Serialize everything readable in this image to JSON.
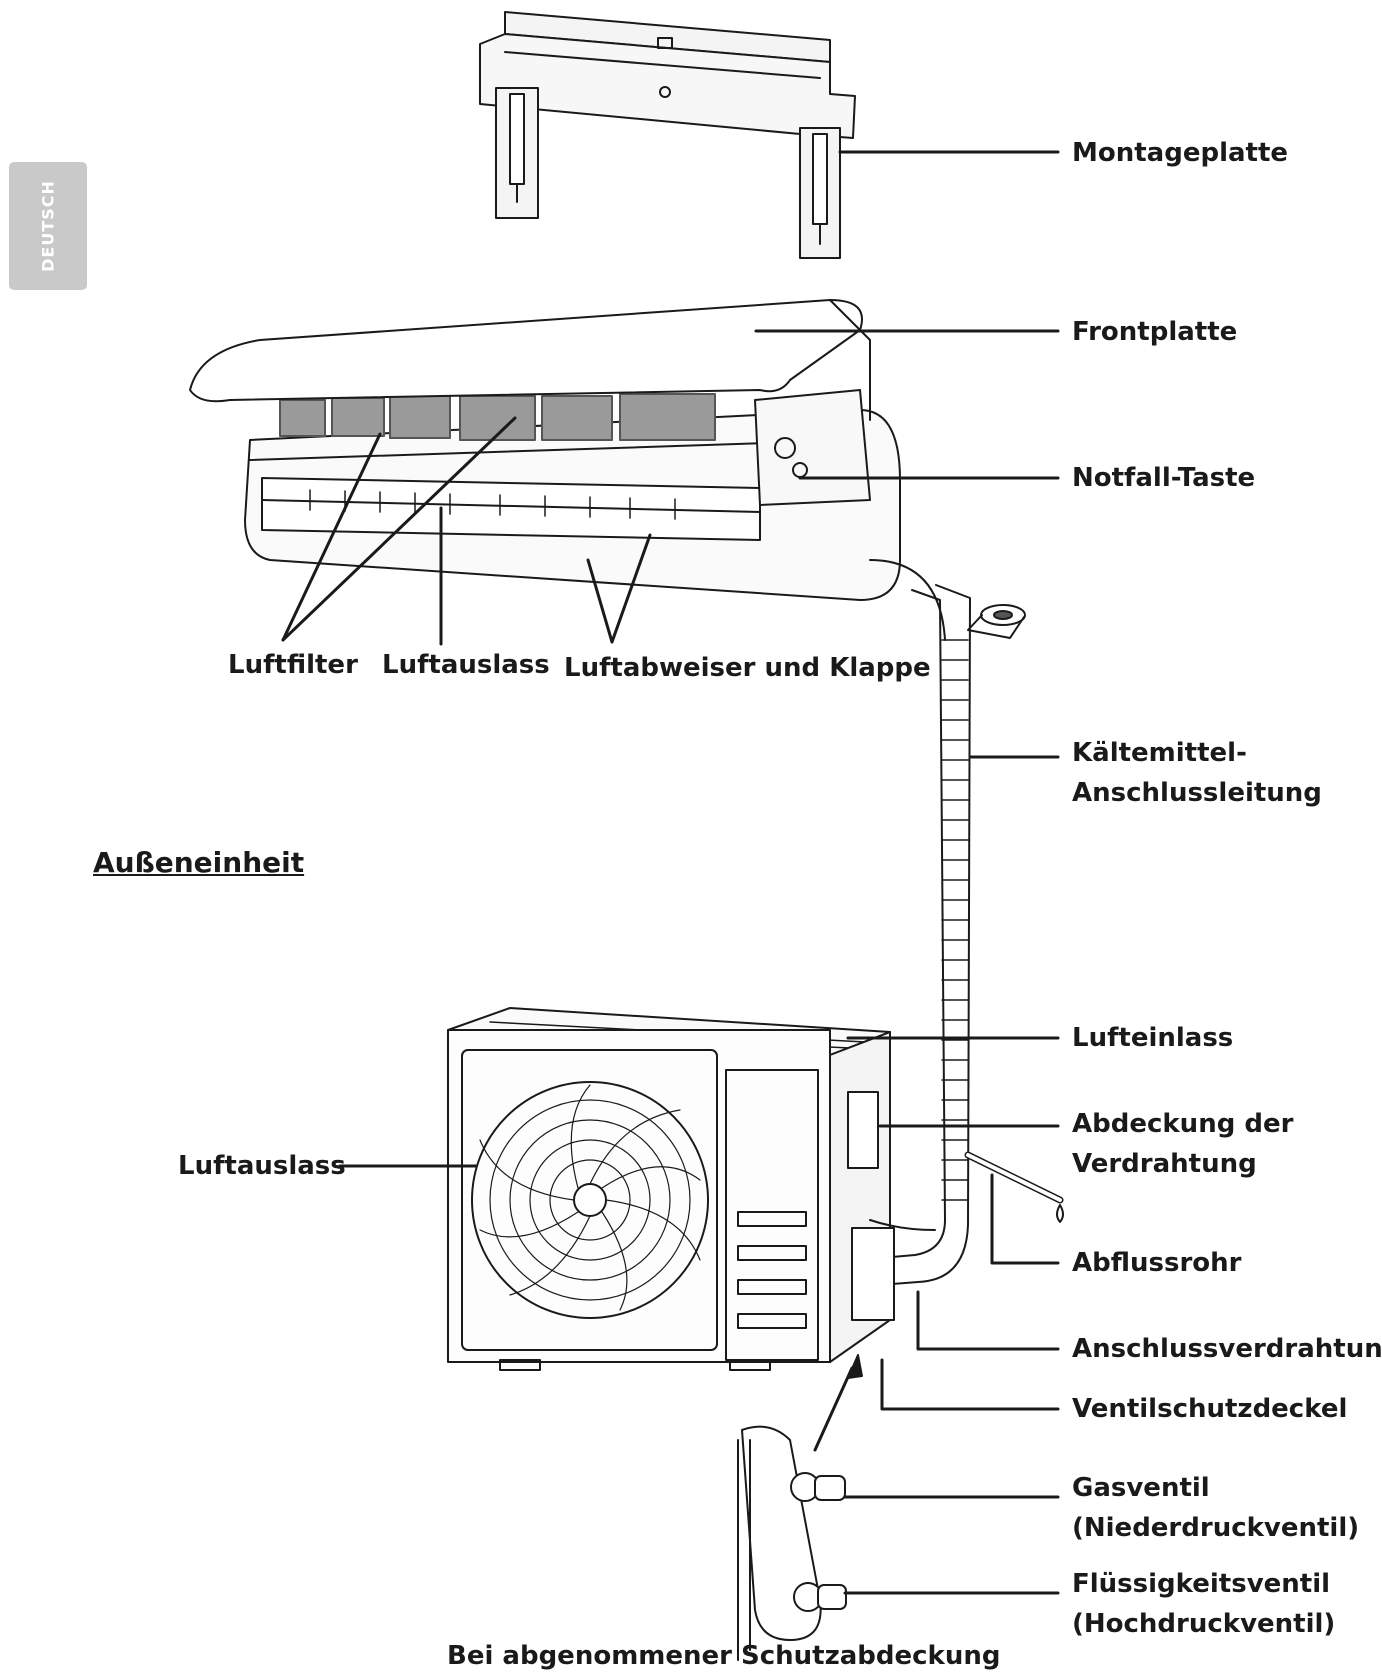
{
  "language_tab": "DEUTSCH",
  "section_title": "Außeneinheit",
  "labels": {
    "montageplatte": "Montageplatte",
    "frontplatte": "Frontplatte",
    "notfall_taste": "Notfall-Taste",
    "luftfilter": "Luftfilter",
    "luftauslass_indoor": "Luftauslass",
    "luftabweiser": "Luftabweiser und Klappe",
    "kaeltemittel_line1": "Kältemittel-",
    "kaeltemittel_line2": "Anschlussleitung",
    "lufteinlass": "Lufteinlass",
    "abdeckung_line1": "Abdeckung der",
    "abdeckung_line2": "Verdrahtung",
    "luftauslass_outdoor": "Luftauslass",
    "abflussrohr": "Abflussrohr",
    "anschlussverdrahtung": "Anschlussverdrahtung",
    "ventilschutzdeckel": "Ventilschutzdeckel",
    "gasventil_line1": "Gasventil",
    "gasventil_line2": "(Niederdruckventil)",
    "fluessig_line1": "Flüssigkeitsventil",
    "fluessig_line2": "(Hochdruckventil)",
    "caption": "Bei abgenommener Schutzabdeckung"
  }
}
